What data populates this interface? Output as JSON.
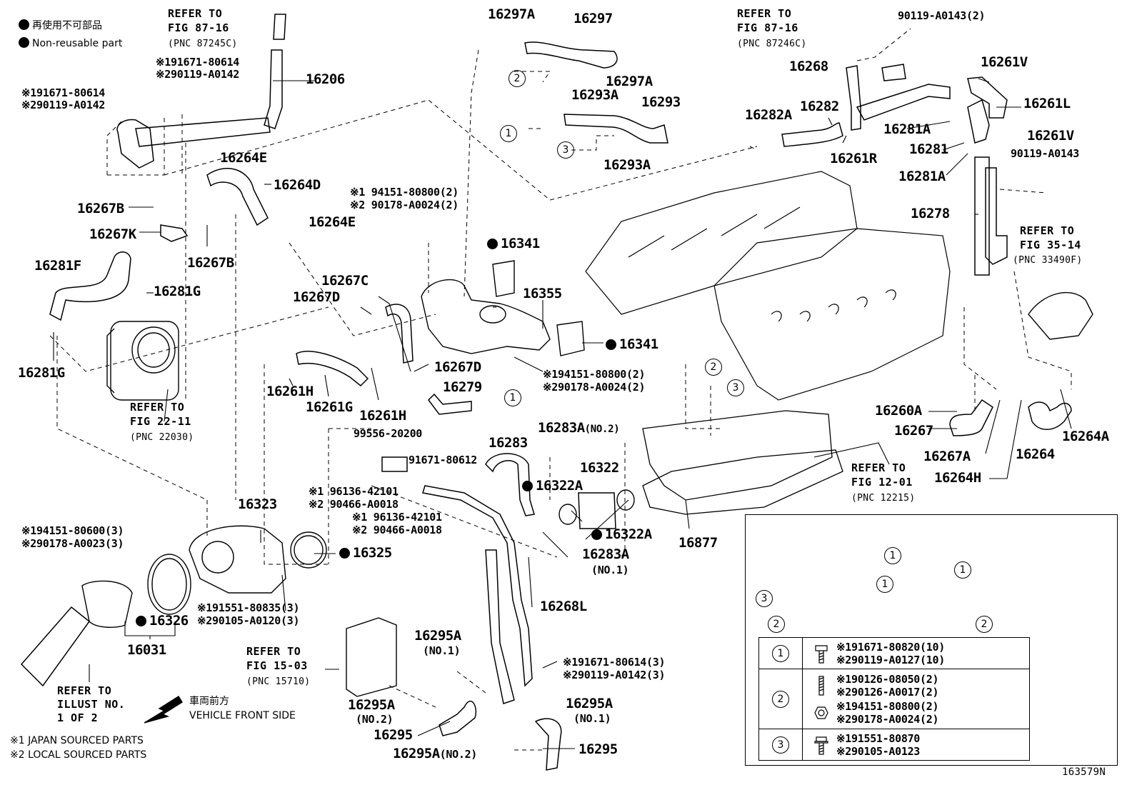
{
  "legend": {
    "non_reusable_jp": "再使用不可部品",
    "non_reusable_en": "Non-reusable part",
    "japan_sourced": "※1 JAPAN SOURCED PARTS",
    "local_sourced": "※2 LOCAL SOURCED PARTS",
    "vehicle_front_jp": "車両前方",
    "vehicle_front_en": "VEHICLE FRONT SIDE"
  },
  "refs": {
    "r1": {
      "l1": "REFER TO",
      "l2": "FIG 87-16",
      "pnc": "(PNC 87245C)"
    },
    "r2": {
      "l1": "REFER TO",
      "l2": "FIG 87-16",
      "pnc": "(PNC 87246C)"
    },
    "r3": {
      "l1": "REFER TO",
      "l2": "FIG 35-14",
      "pnc": "(PNC 33490F)"
    },
    "r4": {
      "l1": "REFER TO",
      "l2": "FIG 22-11",
      "pnc": "(PNC 22030)"
    },
    "r5": {
      "l1": "REFER TO",
      "l2": "FIG 12-01",
      "pnc": "(PNC 12215)"
    },
    "r6": {
      "l1": "REFER TO",
      "l2": "FIG 15-03",
      "pnc": "(PNC 15710)"
    },
    "r7": {
      "l1": "REFER TO",
      "l2": "ILLUST NO.",
      "l3": "1 OF 2"
    }
  },
  "parts": {
    "p16297A": "16297A",
    "p16297": "16297",
    "p16297A_2": "16297A",
    "p16293A": "16293A",
    "p16293": "16293",
    "p16293A_2": "16293A",
    "p16206": "16206",
    "p16264E": "16264E",
    "p16264D": "16264D",
    "p16264E_2": "16264E",
    "p16267B": "16267B",
    "p16267K": "16267K",
    "p16267B_2": "16267B",
    "p16281F": "16281F",
    "p16281G": "16281G",
    "p16281G_2": "16281G",
    "p16341": "16341",
    "p16341_2": "16341",
    "p16355": "16355",
    "p16267C": "16267C",
    "p16267D": "16267D",
    "p16267D_2": "16267D",
    "p16279": "16279",
    "p16261H": "16261H",
    "p16261G": "16261G",
    "p16261H_2": "16261H",
    "p16268": "16268",
    "p16282A": "16282A",
    "p16282": "16282",
    "p16261R": "16261R",
    "p16261V": "16261V",
    "p16261L": "16261L",
    "p16281A": "16281A",
    "p16261V_2": "16261V",
    "p16281": "16281",
    "p16281A_2": "16281A",
    "p16278": "16278",
    "p16260A": "16260A",
    "p16267": "16267",
    "p16267A": "16267A",
    "p16264": "16264",
    "p16264H": "16264H",
    "p16264A": "16264A",
    "p16283A": "16283A",
    "p16283A_no2": "(NO.2)",
    "p16283": "16283",
    "p16322": "16322",
    "p16322A": "16322A",
    "p16322A_2": "16322A",
    "p16283A_2": "16283A",
    "p16283A_no1": "(NO.1)",
    "p16877": "16877",
    "p16323": "16323",
    "p16325": "16325",
    "p16326": "16326",
    "p16031": "16031",
    "p16268L": "16268L",
    "p16295A": "16295A",
    "p16295A_no1": "(NO.1)",
    "p16295A_2": "16295A",
    "p16295A_2no2": "(NO.2)",
    "p16295": "16295",
    "p16295A_3": "16295A",
    "p16295A_3no1": "(NO.1)",
    "p16295A_4": "16295A",
    "p16295A_4no2": "(NO.2)",
    "p16295_2": "16295",
    "p99556": "99556-20200",
    "p91671_80612": "91671-80612",
    "p90119_A0143_2": "90119-A0143(2)",
    "p90119_A0143": "90119-A0143",
    "diagram_id": "163579N"
  },
  "fasteners": {
    "f1a": "※191671-80614",
    "f1b": "※290119-A0142",
    "f2a": "※191671-80614",
    "f2b": "※290119-A0142",
    "f3a": "※1 94151-80800(2)",
    "f3b": "※2 90178-A0024(2)",
    "f4a": "※194151-80800(2)",
    "f4b": "※290178-A0024(2)",
    "f5a": "※1 96136-42101",
    "f5b": "※2 90466-A0018",
    "f6a": "※1 96136-42101",
    "f6b": "※2 90466-A0018",
    "f7a": "※194151-80600(3)",
    "f7b": "※290178-A0023(3)",
    "f8a": "※191551-80835(3)",
    "f8b": "※290105-A0120(3)",
    "f9a": "※191671-80614(3)",
    "f9b": "※290119-A0142(3)"
  },
  "callouts": {
    "c1": "1",
    "c2": "2",
    "c3": "3"
  },
  "table": [
    {
      "num": "1",
      "a": "※191671-80820(10)",
      "b": "※290119-A0127(10)"
    },
    {
      "num": "2",
      "a": "※190126-08050(2)",
      "b": "※290126-A0017(2)",
      "c": "※194151-80800(2)",
      "d": "※290178-A0024(2)"
    },
    {
      "num": "3",
      "a": "※191551-80870",
      "b": "※290105-A0123"
    }
  ]
}
